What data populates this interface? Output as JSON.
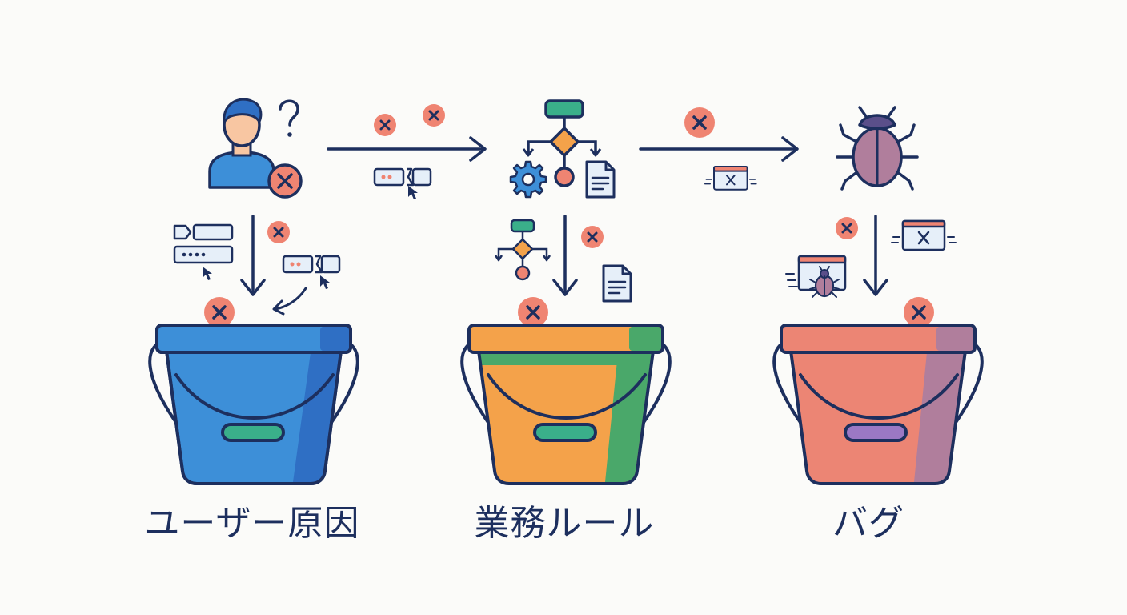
{
  "categories": [
    {
      "id": "user",
      "label": "ユーザー原因",
      "icon": "confused-user-icon",
      "bucket_color": "#3d8fd8",
      "accent_color": "#2f6fc4",
      "handle_color": "#3aaf8a"
    },
    {
      "id": "rule",
      "label": "業務ルール",
      "icon": "flowchart-icon",
      "bucket_color": "#f4a24a",
      "accent_color": "#4aa86a",
      "handle_color": "#3aaf8a"
    },
    {
      "id": "bug",
      "label": "バグ",
      "icon": "bug-icon",
      "bucket_color": "#ec8574",
      "accent_color": "#b07e9c",
      "handle_color": "#9b78c4"
    }
  ],
  "colors": {
    "outline": "#1d2f5e",
    "error_badge": "#ef8472",
    "background": "#fbfbf9"
  }
}
